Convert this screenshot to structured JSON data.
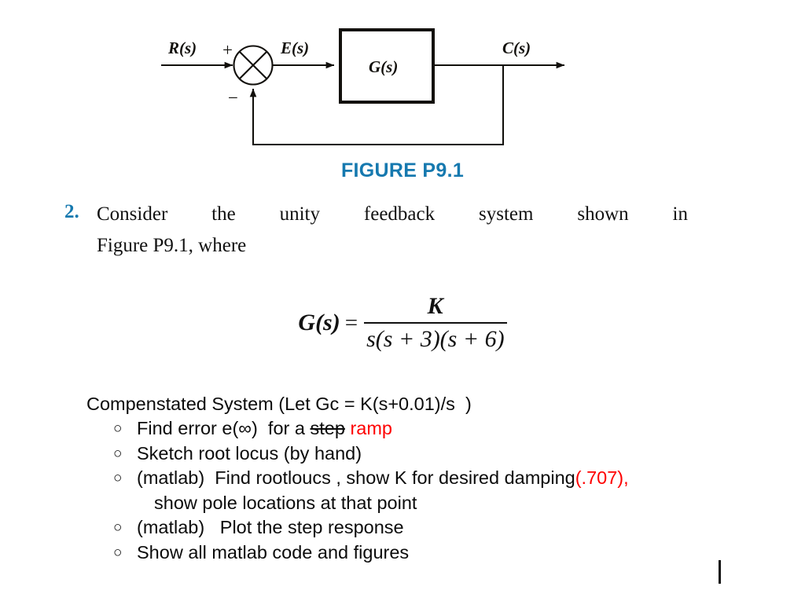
{
  "diagram": {
    "input_label": "R(s)",
    "plus_sign": "+",
    "minus_sign": "−",
    "error_label": "E(s)",
    "plant_label": "G(s)",
    "output_label": "C(s)",
    "summing_junction": "circle-with-x"
  },
  "figure": {
    "caption": "FIGURE P9.1",
    "caption_color": "#1679af"
  },
  "problem": {
    "number": "2.",
    "number_color": "#1679af",
    "line1": "Consider the unity feedback system shown in",
    "line2": "Figure P9.1, where"
  },
  "equation": {
    "lhs": "G(s)",
    "equals": "=",
    "numerator": "K",
    "denominator_s": "s",
    "denominator_rest": "(s + 3)(s + 6)",
    "plain_text": "G(s) = K / (s(s + 3)(s + 6))"
  },
  "tasks": {
    "heading": "Compenstated System (Let Gc = K(s+0.01)/s  )",
    "bullet_glyph": "○",
    "items": [
      {
        "prefix": "Find error e(∞)  for a ",
        "struck": "step",
        "after_struck": " ",
        "red": "ramp",
        "suffix": "",
        "continuation": ""
      },
      {
        "prefix": "Sketch root locus (by hand)",
        "struck": "",
        "after_struck": "",
        "red": "",
        "suffix": "",
        "continuation": ""
      },
      {
        "prefix": "(matlab)  Find rootloucs , show K for desired damping",
        "struck": "",
        "after_struck": "",
        "red": "(.707),",
        "suffix": "",
        "continuation": "show pole locations at that point"
      },
      {
        "prefix": "(matlab)   Plot the step response",
        "struck": "",
        "after_struck": "",
        "red": "",
        "suffix": "",
        "continuation": ""
      },
      {
        "prefix": "Show all matlab code and figures",
        "struck": "",
        "after_struck": "",
        "red": "",
        "suffix": "",
        "continuation": ""
      }
    ],
    "highlight_color": "#fe0000"
  },
  "cursor": {
    "visible": true
  }
}
